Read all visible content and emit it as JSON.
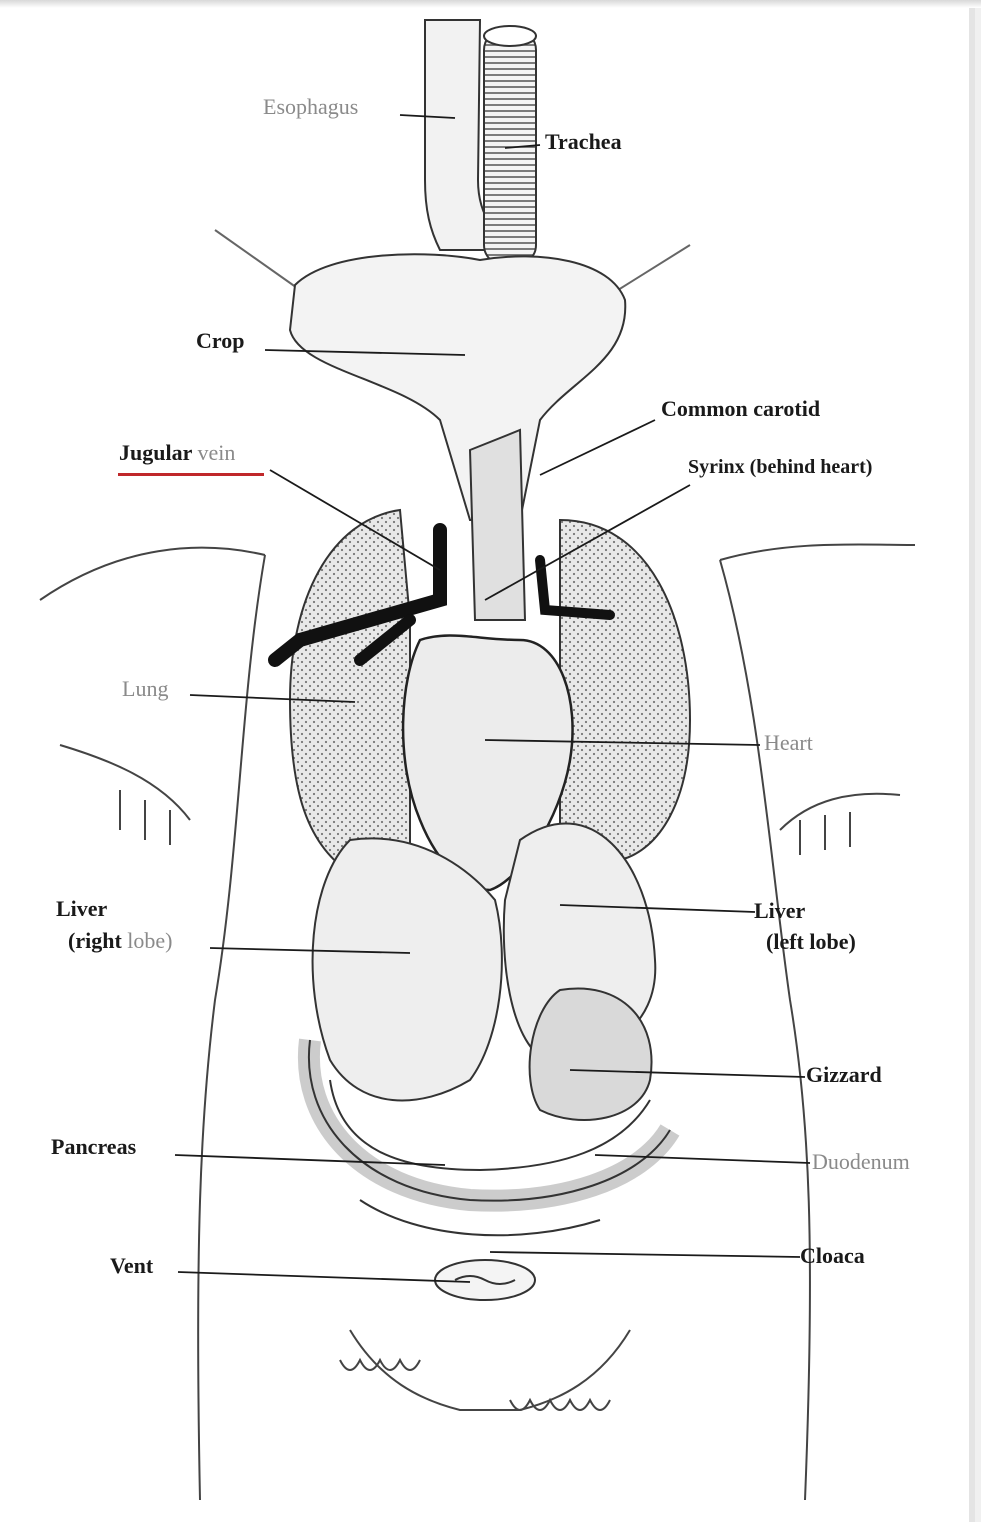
{
  "diagram": {
    "labels": {
      "esophagus": "Esophagus",
      "trachea": "Trachea",
      "crop": "Crop",
      "common_carotid": "Common carotid",
      "jugular_main": "Jugular",
      "jugular_sub": "vein",
      "syrinx": "Syrinx (behind heart)",
      "lung": "Lung",
      "heart": "Heart",
      "liver_right_line1": "Liver",
      "liver_right_line2a": "(right",
      "liver_right_line2b": "lobe)",
      "liver_left_line1": "Liver",
      "liver_left_line2": "(left lobe)",
      "gizzard": "Gizzard",
      "pancreas": "Pancreas",
      "duodenum": "Duodenum",
      "vent": "Vent",
      "cloaca": "Cloaca"
    },
    "colors": {
      "ink": "#1a1a1a",
      "gray_label": "#8a8a8a",
      "highlight_underline": "#c0282a",
      "vessel": "#111111",
      "organ_shade": "#d9d9d9"
    }
  }
}
